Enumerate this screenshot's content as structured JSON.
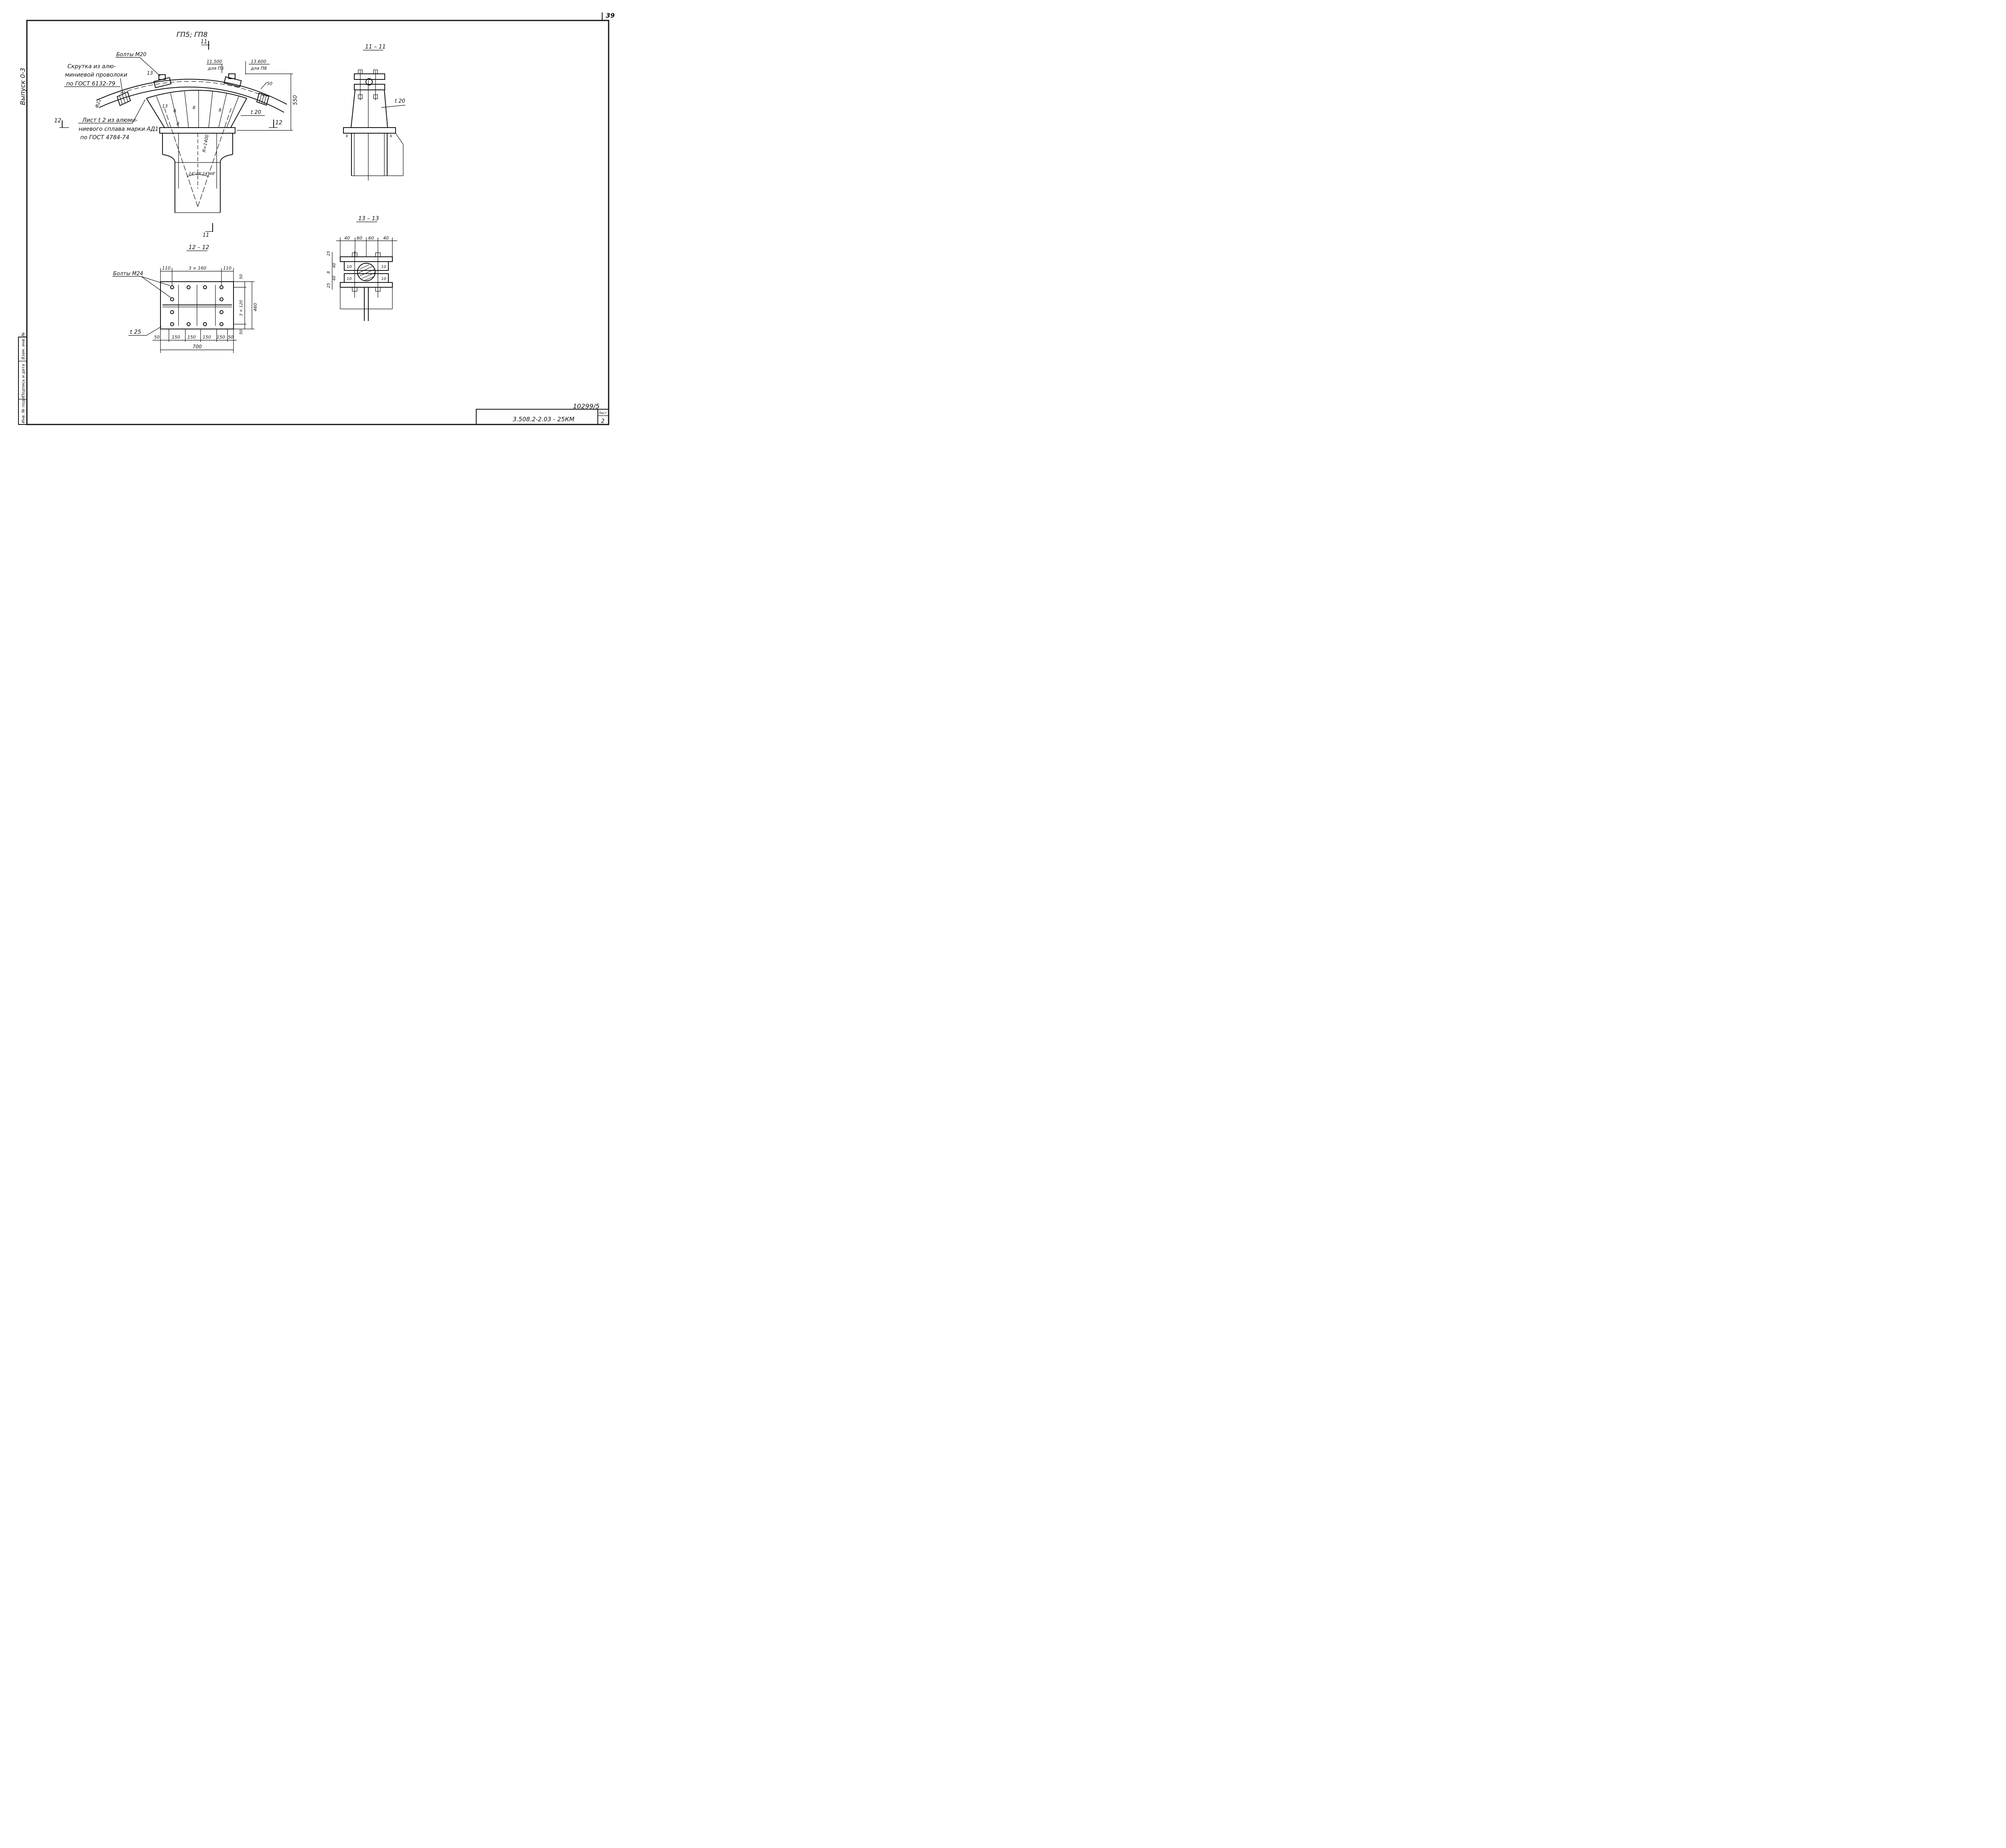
{
  "sheet_corner_number": "39",
  "side_label": "Выпуск 0-3",
  "main_view": {
    "title": "ГП5; ГП8",
    "section_mark": "11",
    "bolts_label": "Болты М20",
    "twist_note": [
      "Скрутка из алю-",
      "миниевой проволоки",
      "по ГОСТ 6132-79"
    ],
    "sheet_note": [
      "Лист t 2 из алюми-",
      "ниевого сплава марки АД1",
      "по ГОСТ 4784-74"
    ],
    "elev_p5": [
      "11.500",
      "для П5"
    ],
    "elev_p8": [
      "13.600",
      "для П8"
    ],
    "dim_height": "550",
    "dim_50": "50",
    "phi": "Ф22",
    "plate_t": "t 20",
    "section_12": "12",
    "radius": "R=1400",
    "angle_left": "24°48'",
    "angle_right": "24°48'",
    "rib": "8",
    "rib_13": "13"
  },
  "section_11": {
    "title": "11 – 11",
    "plate_t": "t 20",
    "k": "k"
  },
  "section_13": {
    "title": "13 – 13",
    "top_dims": [
      "40",
      "60",
      "60",
      "40"
    ],
    "left_dims": [
      "25",
      "40",
      "8",
      "40",
      "25"
    ],
    "labels": [
      "10",
      "10",
      "10",
      "10"
    ]
  },
  "section_12": {
    "title": "12 – 12",
    "bolts_label": "Болты М24",
    "top_dims": [
      "110",
      "3 × 160",
      "110"
    ],
    "right_dims": [
      "50",
      "3 × 120",
      "460",
      "50"
    ],
    "bottom_dims": [
      "50",
      "150",
      "150",
      "150",
      "150",
      "50"
    ],
    "total": "700",
    "plate_t": "t 25"
  },
  "stamp": {
    "fields": [
      "Инв. № подл.",
      "Подпись и дата",
      "Взам. инв. №"
    ],
    "archive_number": "10299/5",
    "code": "3.508.2-2.03 - 25КМ",
    "sheet_label": "Лист",
    "sheet": "2"
  }
}
